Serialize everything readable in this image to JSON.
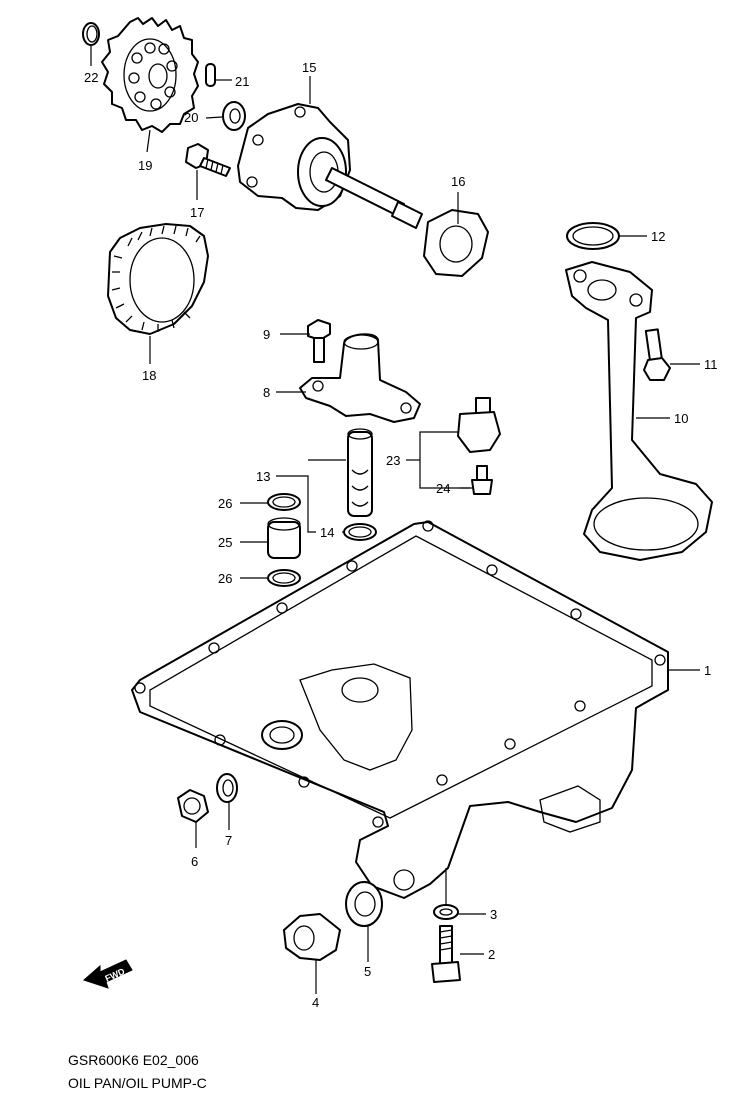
{
  "diagram": {
    "model_code": "GSR600K6 E02_006",
    "title": "OIL PAN/OIL PUMP-C",
    "fwd_label": "FWD",
    "parts": [
      {
        "no": "1"
      },
      {
        "no": "2"
      },
      {
        "no": "3"
      },
      {
        "no": "4"
      },
      {
        "no": "5"
      },
      {
        "no": "6"
      },
      {
        "no": "7"
      },
      {
        "no": "8"
      },
      {
        "no": "9"
      },
      {
        "no": "10"
      },
      {
        "no": "11"
      },
      {
        "no": "12"
      },
      {
        "no": "13"
      },
      {
        "no": "14"
      },
      {
        "no": "15"
      },
      {
        "no": "16"
      },
      {
        "no": "17"
      },
      {
        "no": "18"
      },
      {
        "no": "19"
      },
      {
        "no": "20"
      },
      {
        "no": "21"
      },
      {
        "no": "22"
      },
      {
        "no": "23"
      },
      {
        "no": "24"
      },
      {
        "no": "25"
      },
      {
        "no": "26a",
        "label": "26"
      },
      {
        "no": "26b",
        "label": "26"
      }
    ]
  }
}
